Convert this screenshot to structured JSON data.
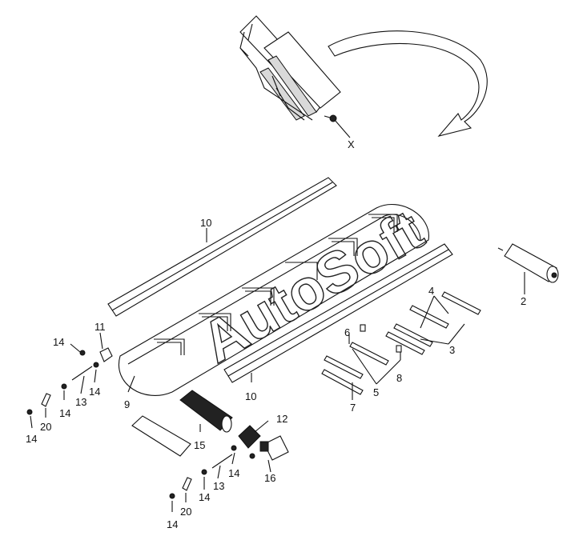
{
  "diagram": {
    "watermark": "AutoSoft",
    "callouts": [
      {
        "id": "x",
        "text": "X"
      },
      {
        "id": "c10a",
        "text": "10"
      },
      {
        "id": "c2",
        "text": "2"
      },
      {
        "id": "c4",
        "text": "4"
      },
      {
        "id": "c3",
        "text": "3"
      },
      {
        "id": "c6",
        "text": "6"
      },
      {
        "id": "c8",
        "text": "8"
      },
      {
        "id": "c5",
        "text": "5"
      },
      {
        "id": "c7",
        "text": "7"
      },
      {
        "id": "c10b",
        "text": "10"
      },
      {
        "id": "c11",
        "text": "11"
      },
      {
        "id": "c14a",
        "text": "14"
      },
      {
        "id": "c14b",
        "text": "14"
      },
      {
        "id": "c13a",
        "text": "13"
      },
      {
        "id": "c14c",
        "text": "14"
      },
      {
        "id": "c20a",
        "text": "20"
      },
      {
        "id": "c14d",
        "text": "14"
      },
      {
        "id": "c9",
        "text": "9"
      },
      {
        "id": "c15",
        "text": "15"
      },
      {
        "id": "c12",
        "text": "12"
      },
      {
        "id": "c14e",
        "text": "14"
      },
      {
        "id": "c13b",
        "text": "13"
      },
      {
        "id": "c16",
        "text": "16"
      },
      {
        "id": "c14f",
        "text": "14"
      },
      {
        "id": "c20b",
        "text": "20"
      },
      {
        "id": "c14g",
        "text": "14"
      }
    ]
  }
}
